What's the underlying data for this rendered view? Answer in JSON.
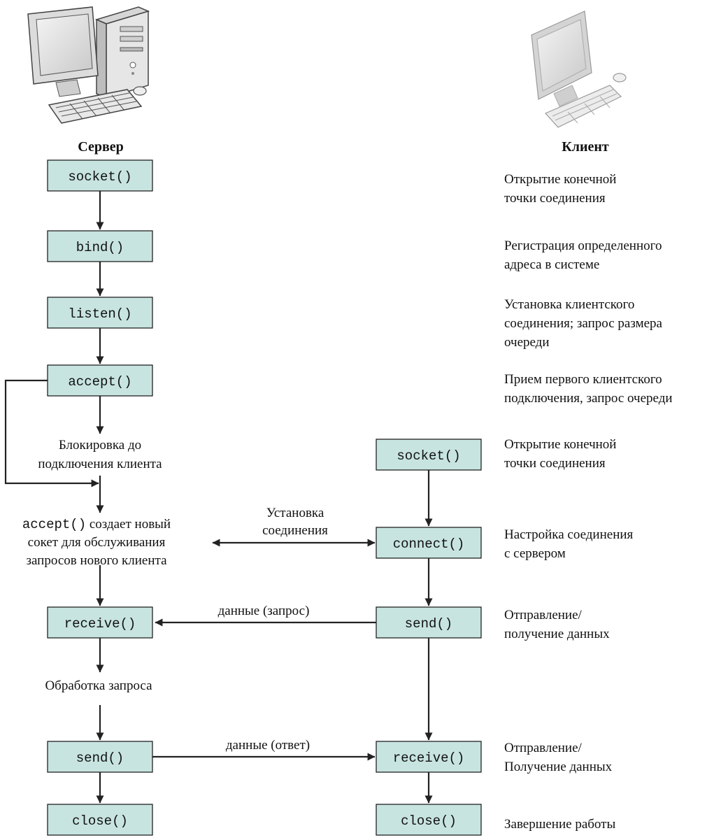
{
  "server": {
    "title": "Сервер",
    "calls": {
      "socket": "socket()",
      "bind": "bind()",
      "listen": "listen()",
      "accept": "accept()",
      "receive": "receive()",
      "send": "send()",
      "close": "close()"
    },
    "notes": {
      "block": [
        "Блокировка до",
        "подключения клиента"
      ],
      "accept_prefix": "accept()",
      "accept_rest": " создает новый",
      "accept_lines": [
        "сокет для обслуживания",
        "запросов нового клиента"
      ],
      "process": "Обработка запроса"
    }
  },
  "client": {
    "title": "Клиент",
    "calls": {
      "socket": "socket()",
      "connect": "connect()",
      "send": "send()",
      "receive": "receive()",
      "close": "close()"
    }
  },
  "links": {
    "connection": [
      "Установка",
      "соединения"
    ],
    "request": "данные (запрос)",
    "response": "данные (ответ)"
  },
  "descriptions": [
    [
      "Открытие конечной",
      "точки соединения"
    ],
    [
      "Регистрация определенного",
      "адреса в системе"
    ],
    [
      "Установка клиентского",
      "соединения; запрос размера",
      "очереди"
    ],
    [
      "Прием первого клиентского",
      "подключения, запрос очереди"
    ],
    [
      "Открытие конечной",
      "точки соединения"
    ],
    [
      "Настройка соединения",
      "с сервером"
    ],
    [
      "Отправление/",
      "получение данных"
    ],
    [
      "Отправление/",
      "Получение данных"
    ],
    [
      "Завершение работы"
    ]
  ],
  "icons": {
    "server": "desktop-computer-tower-icon",
    "client": "monitor-keyboard-icon"
  }
}
